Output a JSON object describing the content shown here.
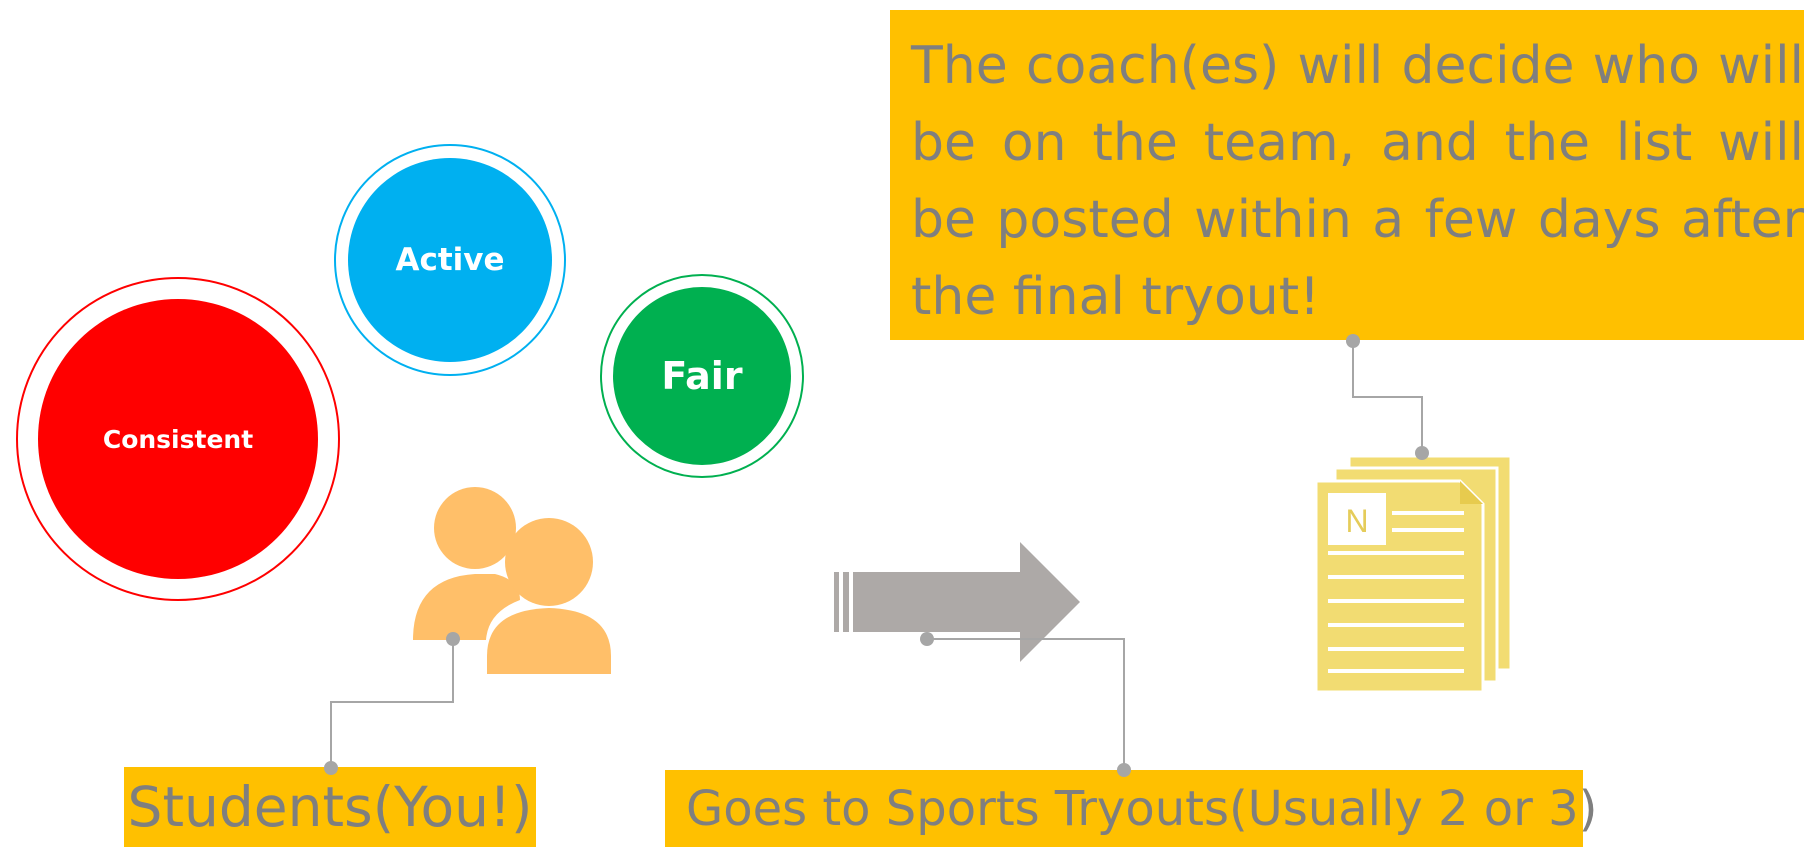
{
  "diagram": {
    "circles": {
      "consistent": {
        "label": "Consistent",
        "color": "#FF0000"
      },
      "active": {
        "label": "Active",
        "color": "#00B0F0"
      },
      "fair": {
        "label": "Fair",
        "color": "#00B050"
      }
    },
    "callouts": {
      "top": "The coach(es) will decide who will be on the team, and the list will be posted within a few days after the final tryout!",
      "students": "Students(You!)",
      "tryouts": "Goes to Sports Tryouts(Usually 2 or 3)"
    },
    "document_letter": "N",
    "colors": {
      "callout_bg": "#FFC000",
      "callout_text": "#7F7F7F",
      "people_icon": "#FFBF69",
      "arrow": "#ADA9A7",
      "document": "#F2DC72",
      "connector": "#A6A6A6"
    },
    "icons": [
      "people-icon",
      "arrow-icon",
      "document-stack-icon"
    ]
  }
}
